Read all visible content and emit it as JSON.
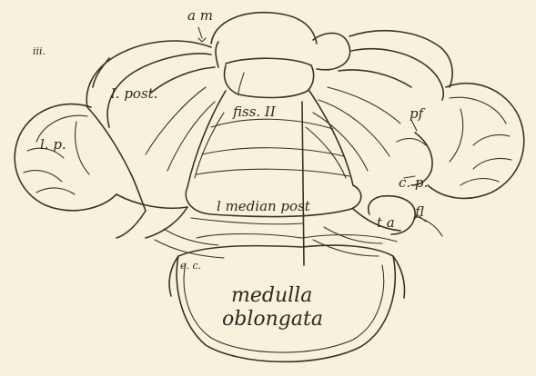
{
  "labels": {
    "am": "a m",
    "l_post": "l. post.",
    "fiss_II": "fiss. II",
    "l_p": "l. p.",
    "pf": "pf",
    "cp": "c. p.",
    "fl": "fl",
    "ta": "t a",
    "l_median_post": "l median post",
    "medulla": "medulla",
    "oblongata": "oblongata",
    "corner_mark": "iii.",
    "ec": "e. c."
  },
  "colors": {
    "paper": "#f7f2dc",
    "ink": "#3a3228"
  }
}
